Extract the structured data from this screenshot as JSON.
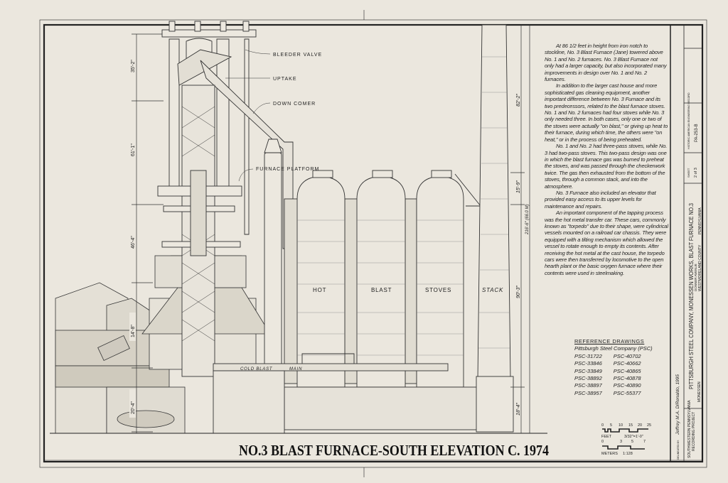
{
  "drawing": {
    "title": "NO.3 BLAST FURNACE-SOUTH ELEVATION C. 1974",
    "callouts": {
      "bleeder_valve": "BLEEDER VALVE",
      "uptake": "UPTAKE",
      "down_comer": "DOWN COMER",
      "furnace_platform": "FURNACE PLATFORM",
      "cold_blast": "COLD BLAST",
      "main": "MAIN",
      "hot": "HOT",
      "blast": "BLAST",
      "stoves": "STOVES",
      "stack": "STACK"
    },
    "dimensions": {
      "left": [
        "35'-2\"",
        "61'-1\"",
        "46'-4\"",
        "14'-8\"",
        "20'-4\""
      ],
      "right": [
        "82'-2\"",
        "15'-9\"",
        "90'-3\"",
        "18'-4\""
      ],
      "overall": "216'-6\" (66.0 M)"
    },
    "scale": {
      "feet_ticks": [
        "0",
        "5",
        "10",
        "15",
        "20",
        "25"
      ],
      "feet_label": "FEET",
      "feet_ratio": "3/32\"=1'-0\"",
      "meter_ticks": [
        "0",
        "3",
        "5",
        "7"
      ],
      "meter_label": "METERS",
      "meter_ratio": "1:128"
    }
  },
  "notes": [
    "At 86 1/2 feet in height from iron notch to stockline, No. 3 Blast Furnace (Jane) towered above No. 1 and No. 2 furnaces. No. 3 Blast Furnace not only had a larger capacity, but also incorporated many improvements in design over No. 1 and No. 2 furnaces.",
    "In addition to the larger cast house and more sophisticated gas cleaning equipment, another important difference between No. 3 Furnace and its two predecessors, related to the blast furnace stoves. No. 1 and No. 2 furnaces had four stoves while No. 3 only needed three. In both cases, only one or two of the stoves were actually \"on blast,\" or giving up heat to their furnace, during which time, the others were \"on heat,\" or in the process of being preheated.",
    "No. 1 and No. 2 had three-pass stoves, while No. 3 had two-pass stoves. This two-pass design was one in which the blast furnace gas was burned to preheat the stoves, and was passed through the checkerwork twice. The gas then exhausted from the bottom of the stoves, through a common stack, and into the atmosphere.",
    "No. 3 Furnace also included an elevator that provided easy access to its upper levels for maintenance and repairs.",
    "An important component of the tapping process was the hot metal transfer car. These cars, commonly known as \"torpedo\" due to their shape, were cylindrical vessels mounted on a railroad car chassis. They were equipped with a tilting mechanism which allowed the vessel to rotate enough to empty its contents. After receiving the hot metal at the cast house, the torpedo cars were then transferred by locomotive to the open hearth plant or the basic oxygen furnace where their contents were used in steelmaking."
  ],
  "references": {
    "heading": "REFERENCE DRAWINGS",
    "source": "Pittsburgh Steel Company (PSC)",
    "col1": [
      "PSC-31722",
      "PSC-33846",
      "PSC-33849",
      "PSC-38892",
      "PSC-38897",
      "PSC-38957"
    ],
    "col2": [
      "PSC-40702",
      "PSC-40662",
      "PSC-40865",
      "PSC-40878",
      "PSC-40890",
      "PSC-55377"
    ]
  },
  "title_block": {
    "drawn_by_label": "DELINEATED BY:",
    "drawn_by": "Jeffrey M.A. DiRenaldo, 1995",
    "sponsor_1": "SOUTHWESTERN PENNSYLVANIA",
    "sponsor_2": "RECORDING PROJECT",
    "main_title": "PITTSBURGH STEEL COMPANY, MONESSEN WORKS, BLAST FURNACE NO.3",
    "city": "MONESSEN",
    "street": "DONNER AVENUE",
    "county": "WESTMORELAND COUNTY",
    "state": "PENNSYLVANIA",
    "sheet_label": "SHEET",
    "sheet": "2 of 3",
    "record": "HISTORIC AMERICAN ENGINEERING RECORD",
    "record_no": "PA-253-B"
  }
}
